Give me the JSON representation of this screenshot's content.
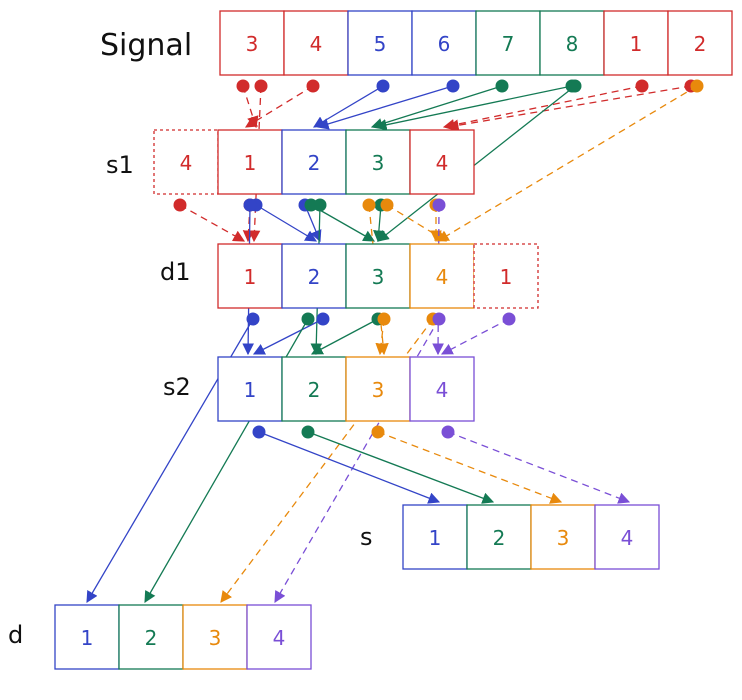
{
  "colors": {
    "red": "#d12b2b",
    "blue": "#3344c7",
    "green": "#147a54",
    "orange": "#e8890c",
    "purple": "#7a4fd6"
  },
  "rows": [
    {
      "id": "signal",
      "label": "Signal",
      "cells": [
        {
          "text": "3",
          "color": "red"
        },
        {
          "text": "4",
          "color": "red"
        },
        {
          "text": "5",
          "color": "blue"
        },
        {
          "text": "6",
          "color": "blue"
        },
        {
          "text": "7",
          "color": "green"
        },
        {
          "text": "8",
          "color": "green"
        },
        {
          "text": "1",
          "color": "red"
        },
        {
          "text": "2",
          "color": "red"
        }
      ]
    },
    {
      "id": "s1",
      "label": "s1",
      "cells": [
        {
          "text": "4",
          "color": "red",
          "dashed": true
        },
        {
          "text": "1",
          "color": "red"
        },
        {
          "text": "2",
          "color": "blue"
        },
        {
          "text": "3",
          "color": "green"
        },
        {
          "text": "4",
          "color": "red"
        }
      ]
    },
    {
      "id": "d1",
      "label": "d1",
      "cells": [
        {
          "text": "1",
          "color": "red"
        },
        {
          "text": "2",
          "color": "blue"
        },
        {
          "text": "3",
          "color": "green"
        },
        {
          "text": "4",
          "color": "orange"
        },
        {
          "text": "1",
          "color": "red",
          "dashed": true
        }
      ]
    },
    {
      "id": "s2",
      "label": "s2",
      "cells": [
        {
          "text": "1",
          "color": "blue"
        },
        {
          "text": "2",
          "color": "green"
        },
        {
          "text": "3",
          "color": "orange"
        },
        {
          "text": "4",
          "color": "purple"
        }
      ]
    },
    {
      "id": "s",
      "label": "s",
      "cells": [
        {
          "text": "1",
          "color": "blue"
        },
        {
          "text": "2",
          "color": "green"
        },
        {
          "text": "3",
          "color": "orange"
        },
        {
          "text": "4",
          "color": "purple"
        }
      ]
    },
    {
      "id": "d",
      "label": "d",
      "cells": [
        {
          "text": "1",
          "color": "blue"
        },
        {
          "text": "2",
          "color": "green"
        },
        {
          "text": "3",
          "color": "orange"
        },
        {
          "text": "4",
          "color": "purple"
        }
      ]
    }
  ],
  "connections": [
    {
      "from": "signal.0",
      "to": "s1.1",
      "color": "red",
      "style": "dashed"
    },
    {
      "from": "signal.1",
      "to": "s1.1",
      "color": "red",
      "style": "dashed"
    },
    {
      "from": "signal.2",
      "to": "s1.2",
      "color": "blue",
      "style": "solid"
    },
    {
      "from": "signal.3",
      "to": "s1.2",
      "color": "blue",
      "style": "solid"
    },
    {
      "from": "signal.4",
      "to": "s1.3",
      "color": "green",
      "style": "solid"
    },
    {
      "from": "signal.5",
      "to": "s1.3",
      "color": "green",
      "style": "solid"
    },
    {
      "from": "signal.6",
      "to": "s1.4",
      "color": "red",
      "style": "dashed"
    },
    {
      "from": "signal.7",
      "to": "s1.4",
      "color": "red",
      "style": "dashed"
    },
    {
      "from": "signal.7",
      "to": "d1.3",
      "color": "orange",
      "style": "dashed"
    },
    {
      "from": "signal.5",
      "to": "d1.2",
      "color": "green",
      "style": "solid"
    },
    {
      "from": "signal.0",
      "to": "d1.0",
      "color": "red",
      "style": "dashed"
    },
    {
      "from": "s1.0",
      "to": "d1.0",
      "color": "red",
      "style": "dashed"
    },
    {
      "from": "s1.1",
      "to": "d1.0",
      "color": "red",
      "style": "dashed"
    },
    {
      "from": "s1.1",
      "to": "d1.1",
      "color": "blue",
      "style": "solid"
    },
    {
      "from": "s1.2",
      "to": "d1.1",
      "color": "blue",
      "style": "solid"
    },
    {
      "from": "s1.2",
      "to": "d1.2",
      "color": "green",
      "style": "solid"
    },
    {
      "from": "s1.3",
      "to": "d1.2",
      "color": "green",
      "style": "solid"
    },
    {
      "from": "s1.3",
      "to": "d1.3",
      "color": "orange",
      "style": "dashed"
    },
    {
      "from": "s1.4",
      "to": "d1.3",
      "color": "orange",
      "style": "dashed"
    },
    {
      "from": "s1.1",
      "to": "s2.0",
      "color": "blue",
      "style": "solid"
    },
    {
      "from": "s1.2",
      "to": "s2.1",
      "color": "green",
      "style": "solid"
    },
    {
      "from": "s1.3",
      "to": "s2.2",
      "color": "orange",
      "style": "dashed"
    },
    {
      "from": "s1.4",
      "to": "s2.3",
      "color": "purple",
      "style": "dashed"
    },
    {
      "from": "d1.0",
      "to": "d.0",
      "color": "blue",
      "style": "solid"
    },
    {
      "from": "d1.1",
      "to": "s2.0",
      "color": "blue",
      "style": "solid"
    },
    {
      "from": "d1.1",
      "to": "d.1",
      "color": "green",
      "style": "solid"
    },
    {
      "from": "d1.2",
      "to": "s2.1",
      "color": "green",
      "style": "solid"
    },
    {
      "from": "d1.2",
      "to": "s2.2",
      "color": "orange",
      "style": "dashed"
    },
    {
      "from": "d1.3",
      "to": "d.2",
      "color": "orange",
      "style": "dashed"
    },
    {
      "from": "d1.3",
      "to": "d.3",
      "color": "purple",
      "style": "dashed"
    },
    {
      "from": "d1.4",
      "to": "s2.3",
      "color": "purple",
      "style": "dashed"
    },
    {
      "from": "s2.0",
      "to": "s.0",
      "color": "blue",
      "style": "solid"
    },
    {
      "from": "s2.1",
      "to": "s.1",
      "color": "green",
      "style": "solid"
    },
    {
      "from": "s2.2",
      "to": "s.2",
      "color": "orange",
      "style": "dashed"
    },
    {
      "from": "s2.3",
      "to": "s.3",
      "color": "purple",
      "style": "dashed"
    }
  ]
}
